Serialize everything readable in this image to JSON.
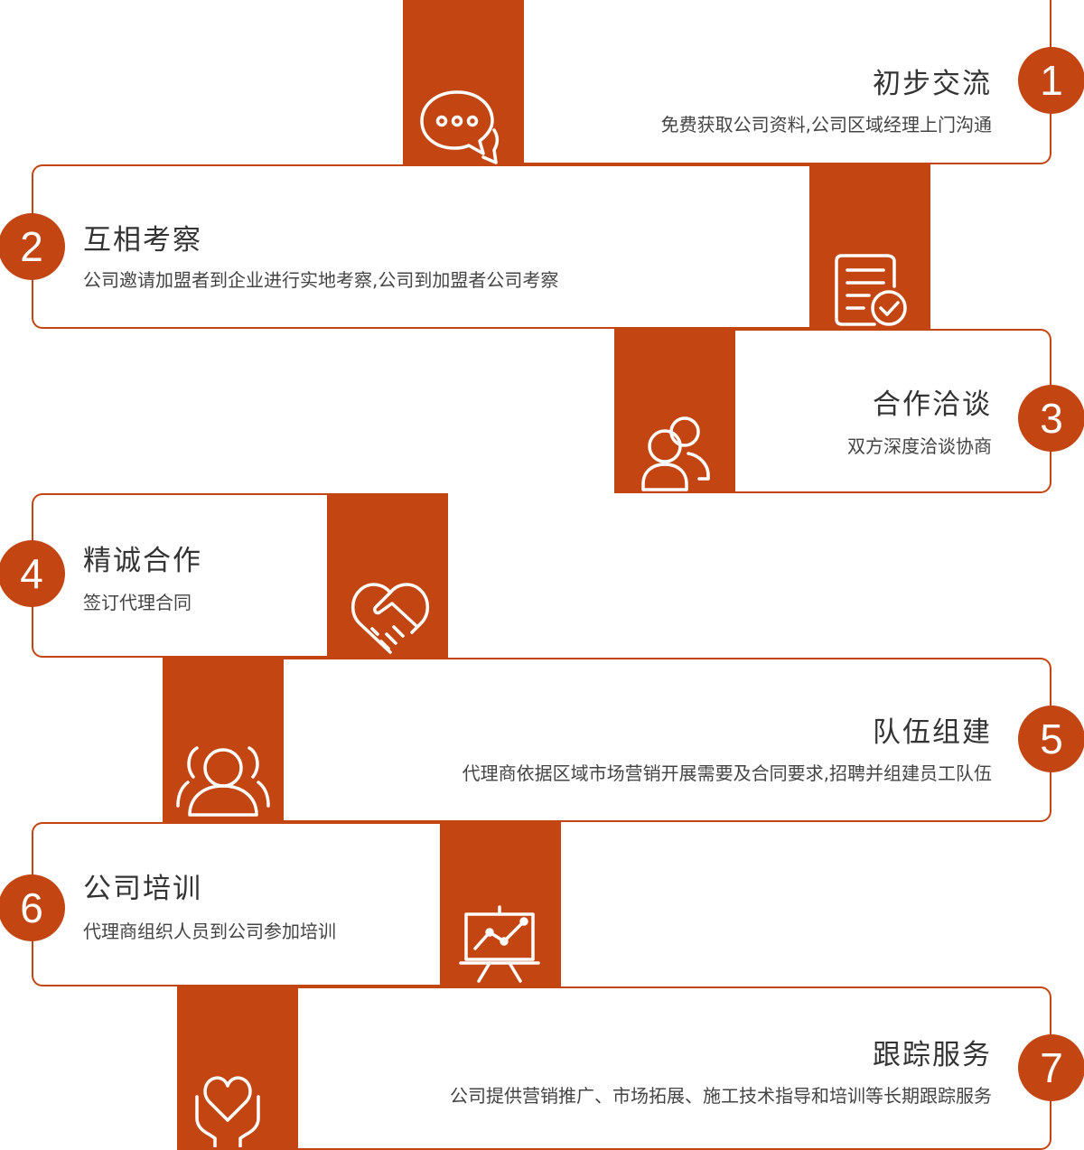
{
  "colors": {
    "accent": "#c24512",
    "title": "#333333",
    "desc": "#444444"
  },
  "steps": [
    {
      "number": "1",
      "title": "初步交流",
      "desc": "免费获取公司资料,公司区域经理上门沟通",
      "icon": "chat-bubble-icon"
    },
    {
      "number": "2",
      "title": "互相考察",
      "desc": "公司邀请加盟者到企业进行实地考察,公司到加盟者公司考察",
      "icon": "checklist-document-icon"
    },
    {
      "number": "3",
      "title": "合作洽谈",
      "desc": "双方深度洽谈协商",
      "icon": "people-group-icon"
    },
    {
      "number": "4",
      "title": "精诚合作",
      "desc": "签订代理合同",
      "icon": "handshake-heart-icon"
    },
    {
      "number": "5",
      "title": "队伍组建",
      "desc": "代理商依据区域市场营销开展需要及合同要求,招聘并组建员工队伍",
      "icon": "team-person-icon"
    },
    {
      "number": "6",
      "title": "公司培训",
      "desc": "代理商组织人员到公司参加培训",
      "icon": "presentation-board-icon"
    },
    {
      "number": "7",
      "title": "跟踪服务",
      "desc": "公司提供营销推广、市场拓展、施工技术指导和培训等长期跟踪服务",
      "icon": "heart-hands-icon"
    }
  ]
}
